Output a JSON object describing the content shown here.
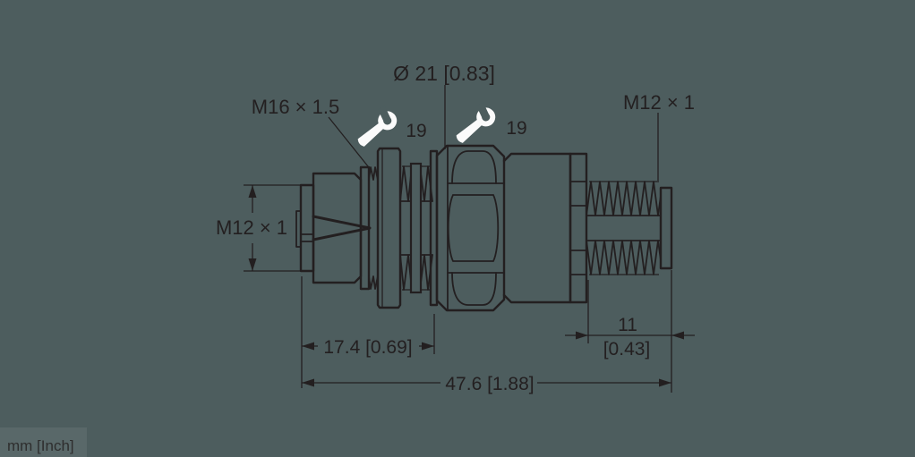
{
  "canvas": {
    "background_color": "#4d5d5e",
    "line_color": "#231f20",
    "wrench_icon_color": "#fbfbfb"
  },
  "drawing": {
    "type": "technical-dimension-drawing",
    "subject": "M12 bulkhead adapter connector, side view",
    "labels": {
      "diameter": "Ø 21 [0.83]",
      "thread_m16": "M16 × 1.5",
      "thread_m12_left": "M12 × 1",
      "thread_m12_right": "M12 × 1",
      "wrench_size_1": "19",
      "wrench_size_2": "19",
      "dim_length_left": "17.4 [0.69]",
      "dim_length_right_mm": "11",
      "dim_length_right_inch": "[0.43]",
      "dim_length_total": "47.6 [1.88]",
      "units_note": "mm [Inch]"
    }
  }
}
